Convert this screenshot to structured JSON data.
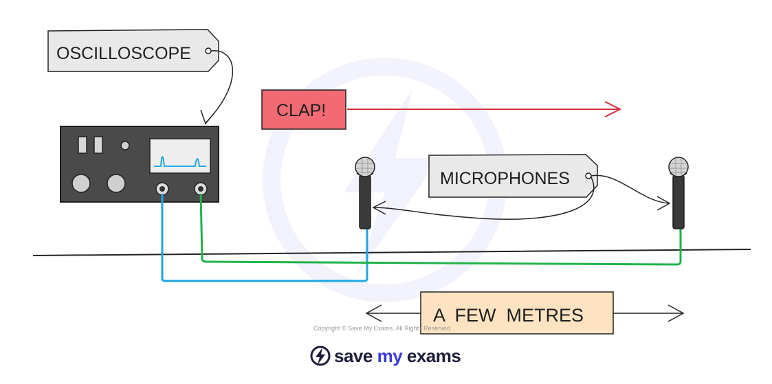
{
  "labels": {
    "oscilloscope": "OSCILLOSCOPE",
    "clap": "CLAP!",
    "microphones": "MICROPHONES",
    "distance": "A  FEW  METRES"
  },
  "footer": {
    "copyright": "Copyright © Save My Exams. All Rights Reserved",
    "brand_word1": "save",
    "brand_word2": "my",
    "brand_word3": "exams"
  },
  "colors": {
    "clap_box": "#f26a74",
    "clap_arrow": "#d3313f",
    "distance_box": "#fde3c1",
    "tag_fill": "#e9e9e9",
    "device_body": "#4a4a4a",
    "wire_blue": "#1fa6e0",
    "wire_green": "#21b24b",
    "trace": "#24a8e3",
    "brand_accent": "#3b3bd6"
  }
}
